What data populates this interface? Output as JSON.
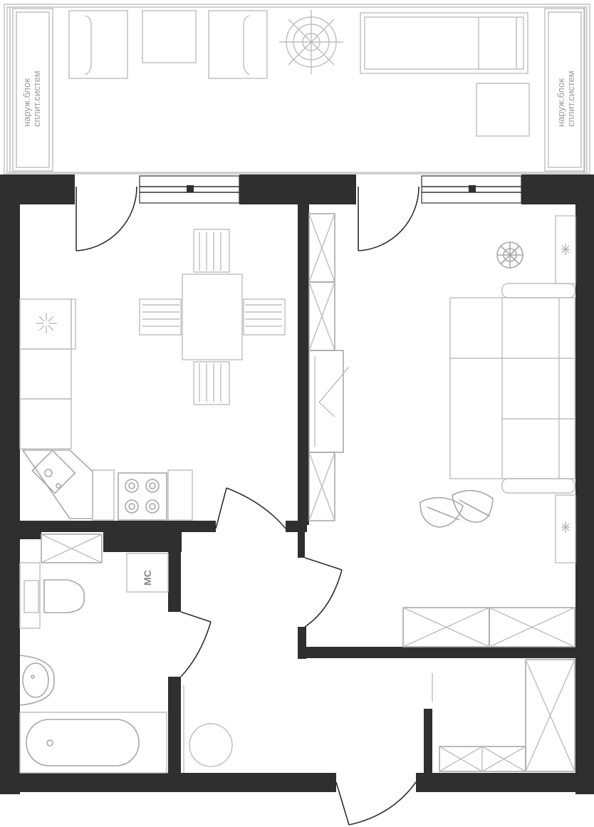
{
  "labels": {
    "ac_left_line1": "наруж.блок",
    "ac_left_line2": "сплит.систем",
    "ac_right_line1": "наруж.блок",
    "ac_right_line2": "сплит.систем",
    "shaft": "МС"
  },
  "colors": {
    "wall": "#2f2f2f",
    "furniture": "#bdbdbd",
    "background": "#ffffff"
  }
}
